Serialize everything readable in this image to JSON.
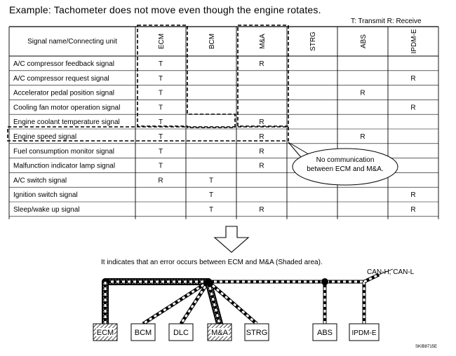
{
  "title": "Example: Tachometer does not move even though the engine rotates.",
  "legend": "T: Transmit  R: Receive",
  "table": {
    "header_first": "Signal name/Connecting unit",
    "columns": [
      "ECM",
      "BCM",
      "M&A",
      "STRG",
      "ABS",
      "IPDM-E"
    ],
    "rows": [
      {
        "name": "A/C compressor feedback signal",
        "cells": [
          "T",
          "",
          "R",
          "",
          "",
          ""
        ]
      },
      {
        "name": "A/C compressor request signal",
        "cells": [
          "T",
          "",
          "",
          "",
          "",
          "R"
        ]
      },
      {
        "name": "Accelerator pedal position signal",
        "cells": [
          "T",
          "",
          "",
          "",
          "R",
          ""
        ]
      },
      {
        "name": "Cooling fan motor operation signal",
        "cells": [
          "T",
          "",
          "",
          "",
          "",
          "R"
        ]
      },
      {
        "name": "Engine coolant temperature signal",
        "cells": [
          "T",
          "",
          "R",
          "",
          "",
          ""
        ]
      },
      {
        "name": "Engine speed signal",
        "cells": [
          "T",
          "",
          "R",
          "",
          "R",
          ""
        ]
      },
      {
        "name": "Fuel consumption monitor signal",
        "cells": [
          "T",
          "",
          "R",
          "",
          "",
          ""
        ]
      },
      {
        "name": "Malfunction indicator lamp signal",
        "cells": [
          "T",
          "",
          "R",
          "",
          "",
          ""
        ]
      },
      {
        "name": "A/C switch signal",
        "cells": [
          "R",
          "T",
          "",
          "",
          "",
          ""
        ]
      },
      {
        "name": "Ignition switch signal",
        "cells": [
          "",
          "T",
          "",
          "",
          "",
          "R"
        ]
      },
      {
        "name": "Sleep/wake up signal",
        "cells": [
          "",
          "T",
          "R",
          "",
          "",
          "R"
        ]
      }
    ]
  },
  "callout": "No communication between ECM and M&A.",
  "caption": "It indicates that an error occurs between ECM and M&A (Shaded area).",
  "bus_label": "CAN-H, CAN-L",
  "nodes": [
    "ECM",
    "BCM",
    "DLC",
    "M&A",
    "STRG",
    "ABS",
    "IPDM-E"
  ],
  "figure_code": "SKIB8715E"
}
